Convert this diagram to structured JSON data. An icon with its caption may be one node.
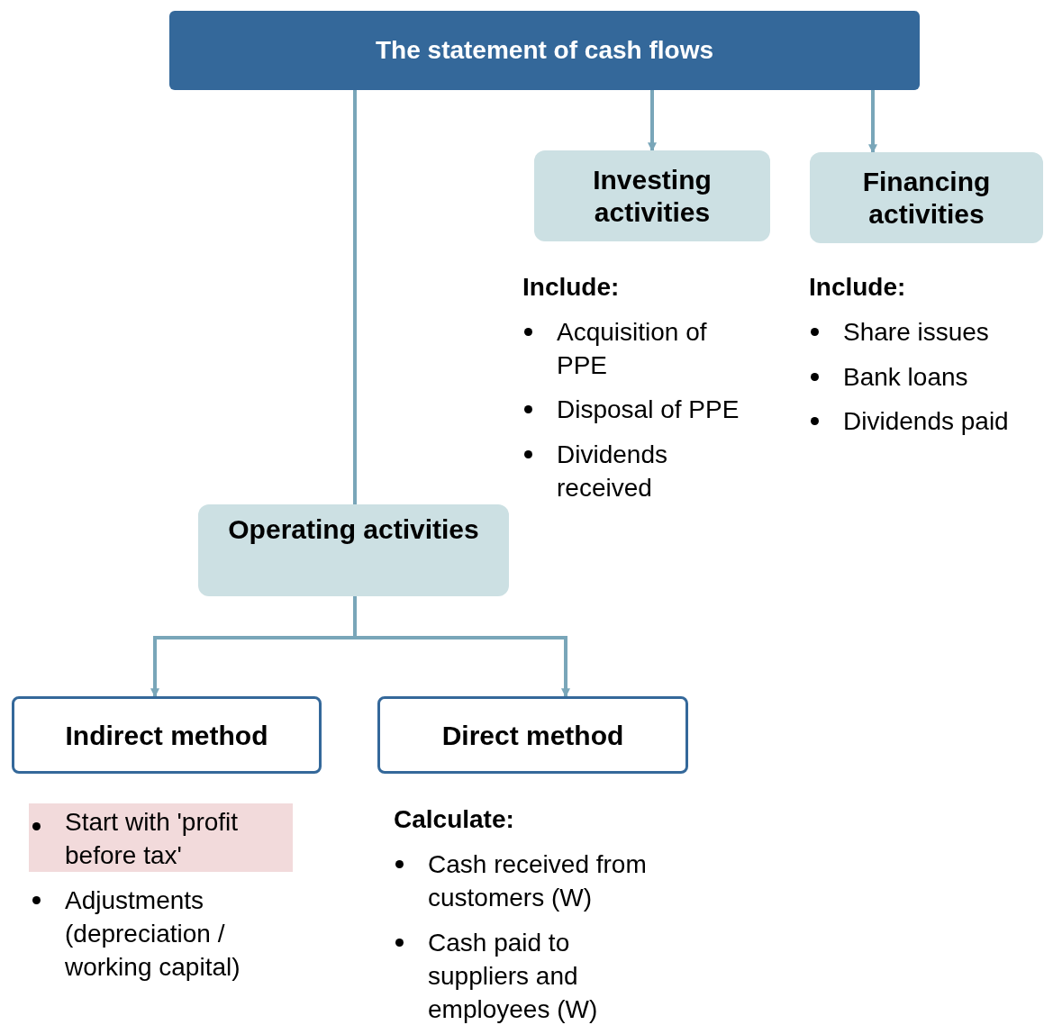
{
  "diagram": {
    "nodes": [
      {
        "text": [
          "The statement of cash flows"
        ]
      },
      {
        "text": [
          "Investing activities"
        ]
      },
      {
        "text": [
          "Financing activities"
        ]
      },
      {
        "text": [
          "Operating activities"
        ]
      },
      {
        "text": [
          "Indirect method"
        ]
      },
      {
        "text": [
          "Direct method"
        ]
      },
      {
        "text": [
          "Start with 'profit before tax'"
        ]
      }
    ],
    "edges": [
      {
        "from": 0,
        "to": 3,
        "arrow": "none"
      },
      {
        "from": 0,
        "to": 1,
        "arrow": "to"
      },
      {
        "from": 0,
        "to": 2,
        "arrow": "to"
      },
      {
        "from": 3,
        "to": 4,
        "arrow": "to"
      },
      {
        "from": 3,
        "to": 5,
        "arrow": "to"
      }
    ],
    "labels": [
      "Include:",
      "Acquisition of PPE",
      "Disposal of PPE",
      "Dividends received",
      "Include:",
      "Share issues",
      "Bank loans",
      "Dividends paid",
      "Adjustments (depreciation / working capital)",
      "Calculate:",
      "Cash received from customers (W)",
      "Cash paid to suppliers and employees (W)"
    ]
  }
}
